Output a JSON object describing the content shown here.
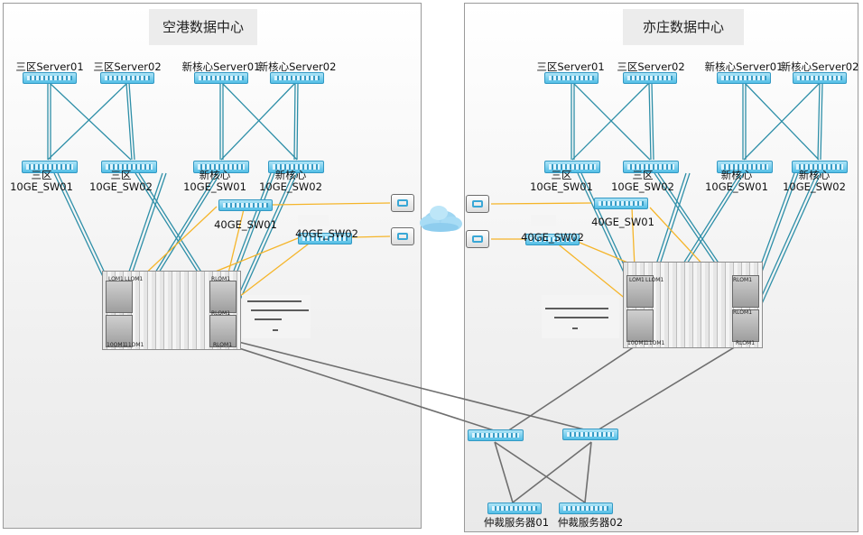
{
  "left_dc": {
    "title": "空港数据中心",
    "servers": [
      "三区Server01",
      "三区Server02",
      "新核心Server01",
      "新核心Server02"
    ],
    "switches": [
      {
        "line1": "三区",
        "line2": "10GE_SW01"
      },
      {
        "line1": "三区",
        "line2": "10GE_SW02"
      },
      {
        "line1": "新核心",
        "line2": "10GE_SW01"
      },
      {
        "line1": "新核心",
        "line2": "10GE_SW02"
      }
    ],
    "sw40": [
      "40GE_SW01",
      "40GE_SW02"
    ]
  },
  "right_dc": {
    "title": "亦庄数据中心",
    "servers": [
      "三区Server01",
      "三区Server02",
      "新核心Server01",
      "新核心Server02"
    ],
    "switches": [
      {
        "line1": "三区",
        "line2": "10GE_SW01"
      },
      {
        "line1": "三区",
        "line2": "10GE_SW02"
      },
      {
        "line1": "新核心",
        "line2": "10GE_SW01"
      },
      {
        "line1": "新核心",
        "line2": "10GE_SW02"
      }
    ],
    "sw40": [
      "40GE_SW01",
      "40GE_SW02"
    ]
  },
  "arbitration": [
    "仲裁服务器01",
    "仲裁服务器02"
  ],
  "chassis_tags": {
    "left": [
      "LOM1",
      "LLOM1",
      "RLOM1",
      "RLOM1",
      "10OM1",
      "11OM1",
      "RLOM1"
    ],
    "right": [
      "LOM1",
      "LLOM1",
      "RLOM1",
      "RLOM1",
      "10OM1",
      "11OM1",
      "RLOM1"
    ]
  },
  "colors": {
    "link_teal": "#2e8fa8",
    "link_orange": "#f5b52a",
    "link_gray": "#6f6f6f",
    "device_blue": "#53bee6"
  },
  "icons": {
    "cloud": "cloud-icon",
    "gateway": "gateway-icon"
  }
}
